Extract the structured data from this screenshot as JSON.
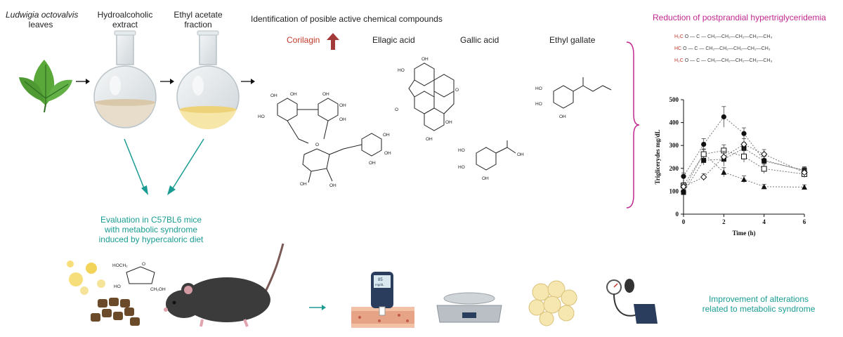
{
  "labels": {
    "leaves_species": "Ludwigia octovalvis",
    "leaves_word": "leaves",
    "hydro_l1": "Hydroalcoholic",
    "hydro_l2": "extract",
    "ethyl_l1": "Ethyl acetate",
    "ethyl_l2": "fraction",
    "identification": "Identification of posible active chemical compounds",
    "evaluation_l1": "Evaluation in C57BL6 mice",
    "evaluation_l2": "with metabolic syndrome",
    "evaluation_l3": "induced by hypercaloric diet",
    "improvement_l1": "Improvement of alterations",
    "improvement_l2": "related to metabolic syndrome",
    "reduction": "Reduction of postprandial hypertriglyceridemia",
    "glucometer_value": "85",
    "glucometer_unit": "mg/dL"
  },
  "compounds": [
    {
      "name": "Corilagin",
      "highlighted": true
    },
    {
      "name": "Ellagic acid",
      "highlighted": false
    },
    {
      "name": "Gallic acid",
      "highlighted": false
    },
    {
      "name": "Ethyl gallate",
      "highlighted": false
    }
  ],
  "atoms": {
    "oh": "OH",
    "o": "O",
    "hoch2": "HOCH₂",
    "ho": "HO",
    "ch2oh": "CH₂OH"
  },
  "triglyceride": {
    "rows": [
      {
        "left": "H₂C",
        "chain": "O — C — CH₂—CH₂—CH₂—CH₂—CH₃"
      },
      {
        "left": "HC",
        "chain": "O — C — CH₂—CH₂—CH₂—CH₂—CH₃"
      },
      {
        "left": "H₂C",
        "chain": "O — C — CH₂—CH₂—CH₂—CH₂—CH₃"
      }
    ]
  },
  "colors": {
    "teal": "#1a9c93",
    "magenta": "#c2288f",
    "red": "#c0392b"
  },
  "chart_data": {
    "type": "line",
    "xlabel": "Time (h)",
    "ylabel": "Triglicerydes mg/dL",
    "x": [
      0,
      1,
      2,
      3,
      4,
      6
    ],
    "xticks": [
      0,
      2,
      4,
      6
    ],
    "yticks": [
      0,
      100,
      200,
      300,
      400,
      500
    ],
    "ylim": [
      0,
      500
    ],
    "xlim": [
      0,
      6
    ],
    "series": [
      {
        "marker": "circle-filled",
        "values": [
          165,
          305,
          425,
          352,
          235,
          190
        ],
        "err": [
          15,
          25,
          45,
          25,
          20,
          15
        ]
      },
      {
        "marker": "square-filled",
        "values": [
          95,
          235,
          240,
          288,
          232,
          192
        ],
        "err": [
          12,
          20,
          30,
          25,
          20,
          15
        ]
      },
      {
        "marker": "triangle-filled",
        "values": [
          105,
          265,
          183,
          152,
          120,
          118
        ],
        "err": [
          10,
          20,
          20,
          15,
          10,
          10
        ]
      },
      {
        "marker": "square-open",
        "values": [
          125,
          262,
          278,
          252,
          198,
          175
        ],
        "err": [
          12,
          20,
          25,
          25,
          20,
          15
        ]
      },
      {
        "marker": "diamond-open",
        "values": [
          120,
          162,
          250,
          305,
          262,
          182
        ],
        "err": [
          10,
          15,
          25,
          25,
          20,
          15
        ]
      }
    ]
  }
}
